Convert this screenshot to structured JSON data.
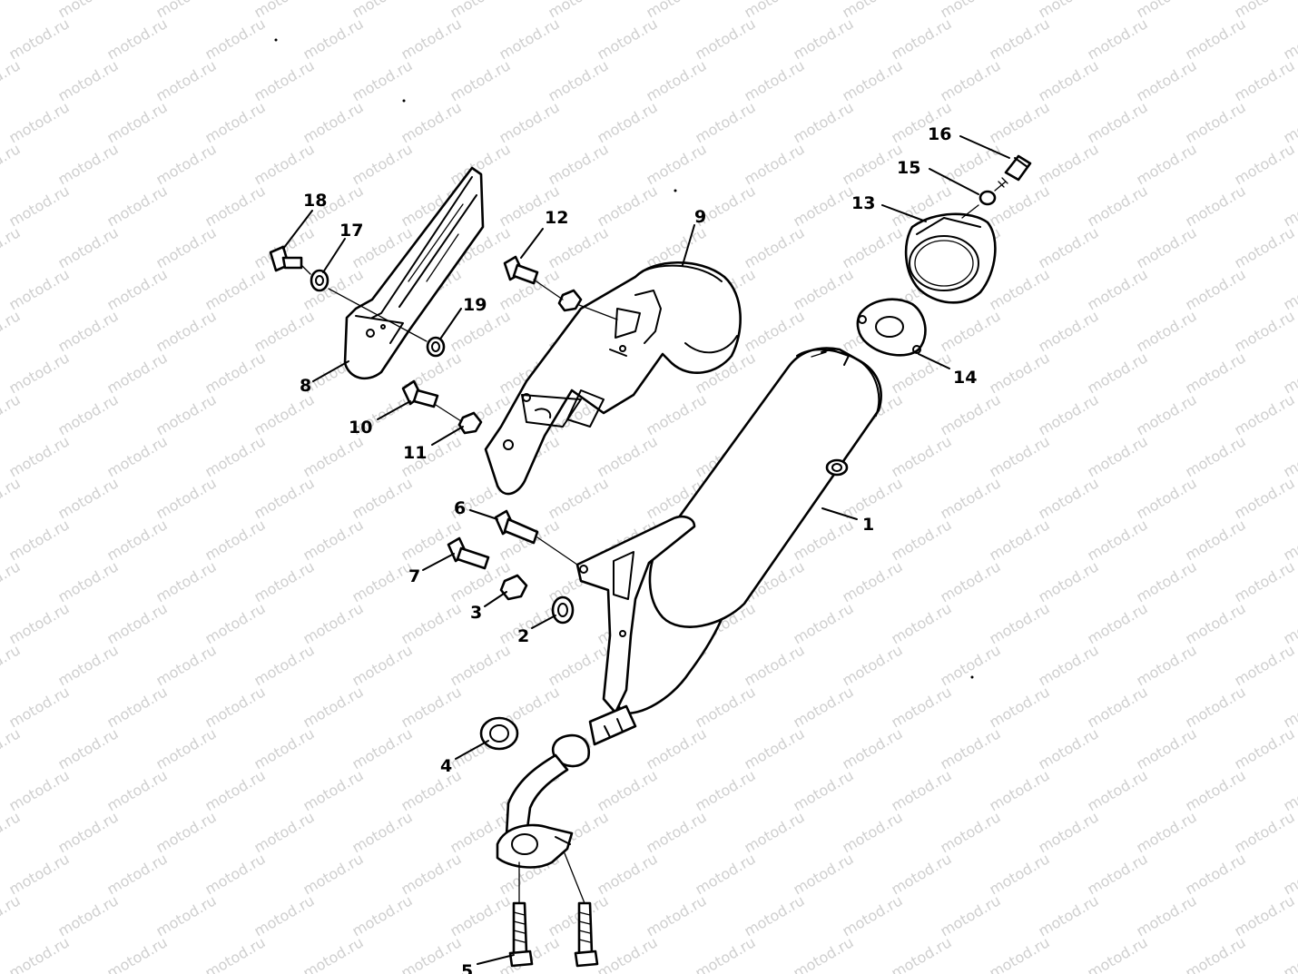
{
  "watermark": "motod.ru",
  "callouts": [
    {
      "id": "1",
      "label": "1"
    },
    {
      "id": "2",
      "label": "2"
    },
    {
      "id": "3",
      "label": "3"
    },
    {
      "id": "4",
      "label": "4"
    },
    {
      "id": "5",
      "label": "5"
    },
    {
      "id": "6",
      "label": "6"
    },
    {
      "id": "7",
      "label": "7"
    },
    {
      "id": "8",
      "label": "8"
    },
    {
      "id": "9",
      "label": "9"
    },
    {
      "id": "10",
      "label": "10"
    },
    {
      "id": "11",
      "label": "11"
    },
    {
      "id": "12",
      "label": "12"
    },
    {
      "id": "13",
      "label": "13"
    },
    {
      "id": "14",
      "label": "14"
    },
    {
      "id": "15",
      "label": "15"
    },
    {
      "id": "16",
      "label": "16"
    },
    {
      "id": "17",
      "label": "17"
    },
    {
      "id": "18",
      "label": "18"
    },
    {
      "id": "19",
      "label": "19"
    }
  ]
}
